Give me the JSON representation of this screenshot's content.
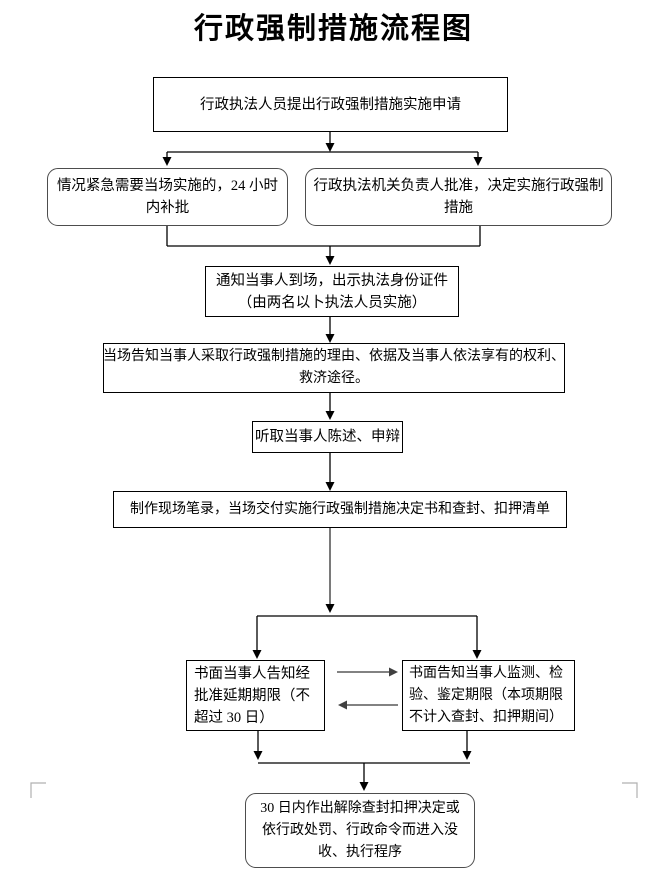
{
  "title": "行政强制措施流程图",
  "nodes": {
    "apply": {
      "lines": [
        "行政执法人员提出行政强制措施实施申请"
      ]
    },
    "urgent": {
      "lines": [
        "情况紧急需要当场实施的，24 小时",
        "内补批"
      ]
    },
    "approve": {
      "lines": [
        "行政执法机关负责人批准，决定实施行政强制",
        "措施"
      ]
    },
    "notify": {
      "lines": [
        "通知当事人到场，出示执法身份证件",
        "（由两名以卜执法人员实施）"
      ]
    },
    "inform": {
      "lines": [
        "当场告知当事人采取行政强制措施的理由、依据及当事人依法享有的权利、",
        "救济途径。"
      ]
    },
    "listen": {
      "lines": [
        "听取当事人陈述、申辩"
      ]
    },
    "record": {
      "lines": [
        "制作现场笔录，当场交付实施行政强制措施决定书和查封、扣押清单"
      ]
    },
    "extension": {
      "lines": [
        "书面当事人告知经",
        "批准延期期限（不",
        "超过 30 日）"
      ]
    },
    "testing": {
      "lines": [
        "书面告知当事人监测、检",
        "验、鉴定期限（本项期限",
        "不计入查封、扣押期间）"
      ]
    },
    "final": {
      "lines": [
        "30 日内作出解除查封扣押决定或",
        "依行政处罚、行政命令而进入没",
        "收、执行程序"
      ]
    }
  },
  "colors": {
    "line": "#000000",
    "gray_arrow": "#595959",
    "rounded_border": "#4d4d4d",
    "corner_mark": "#b0b0b0"
  }
}
